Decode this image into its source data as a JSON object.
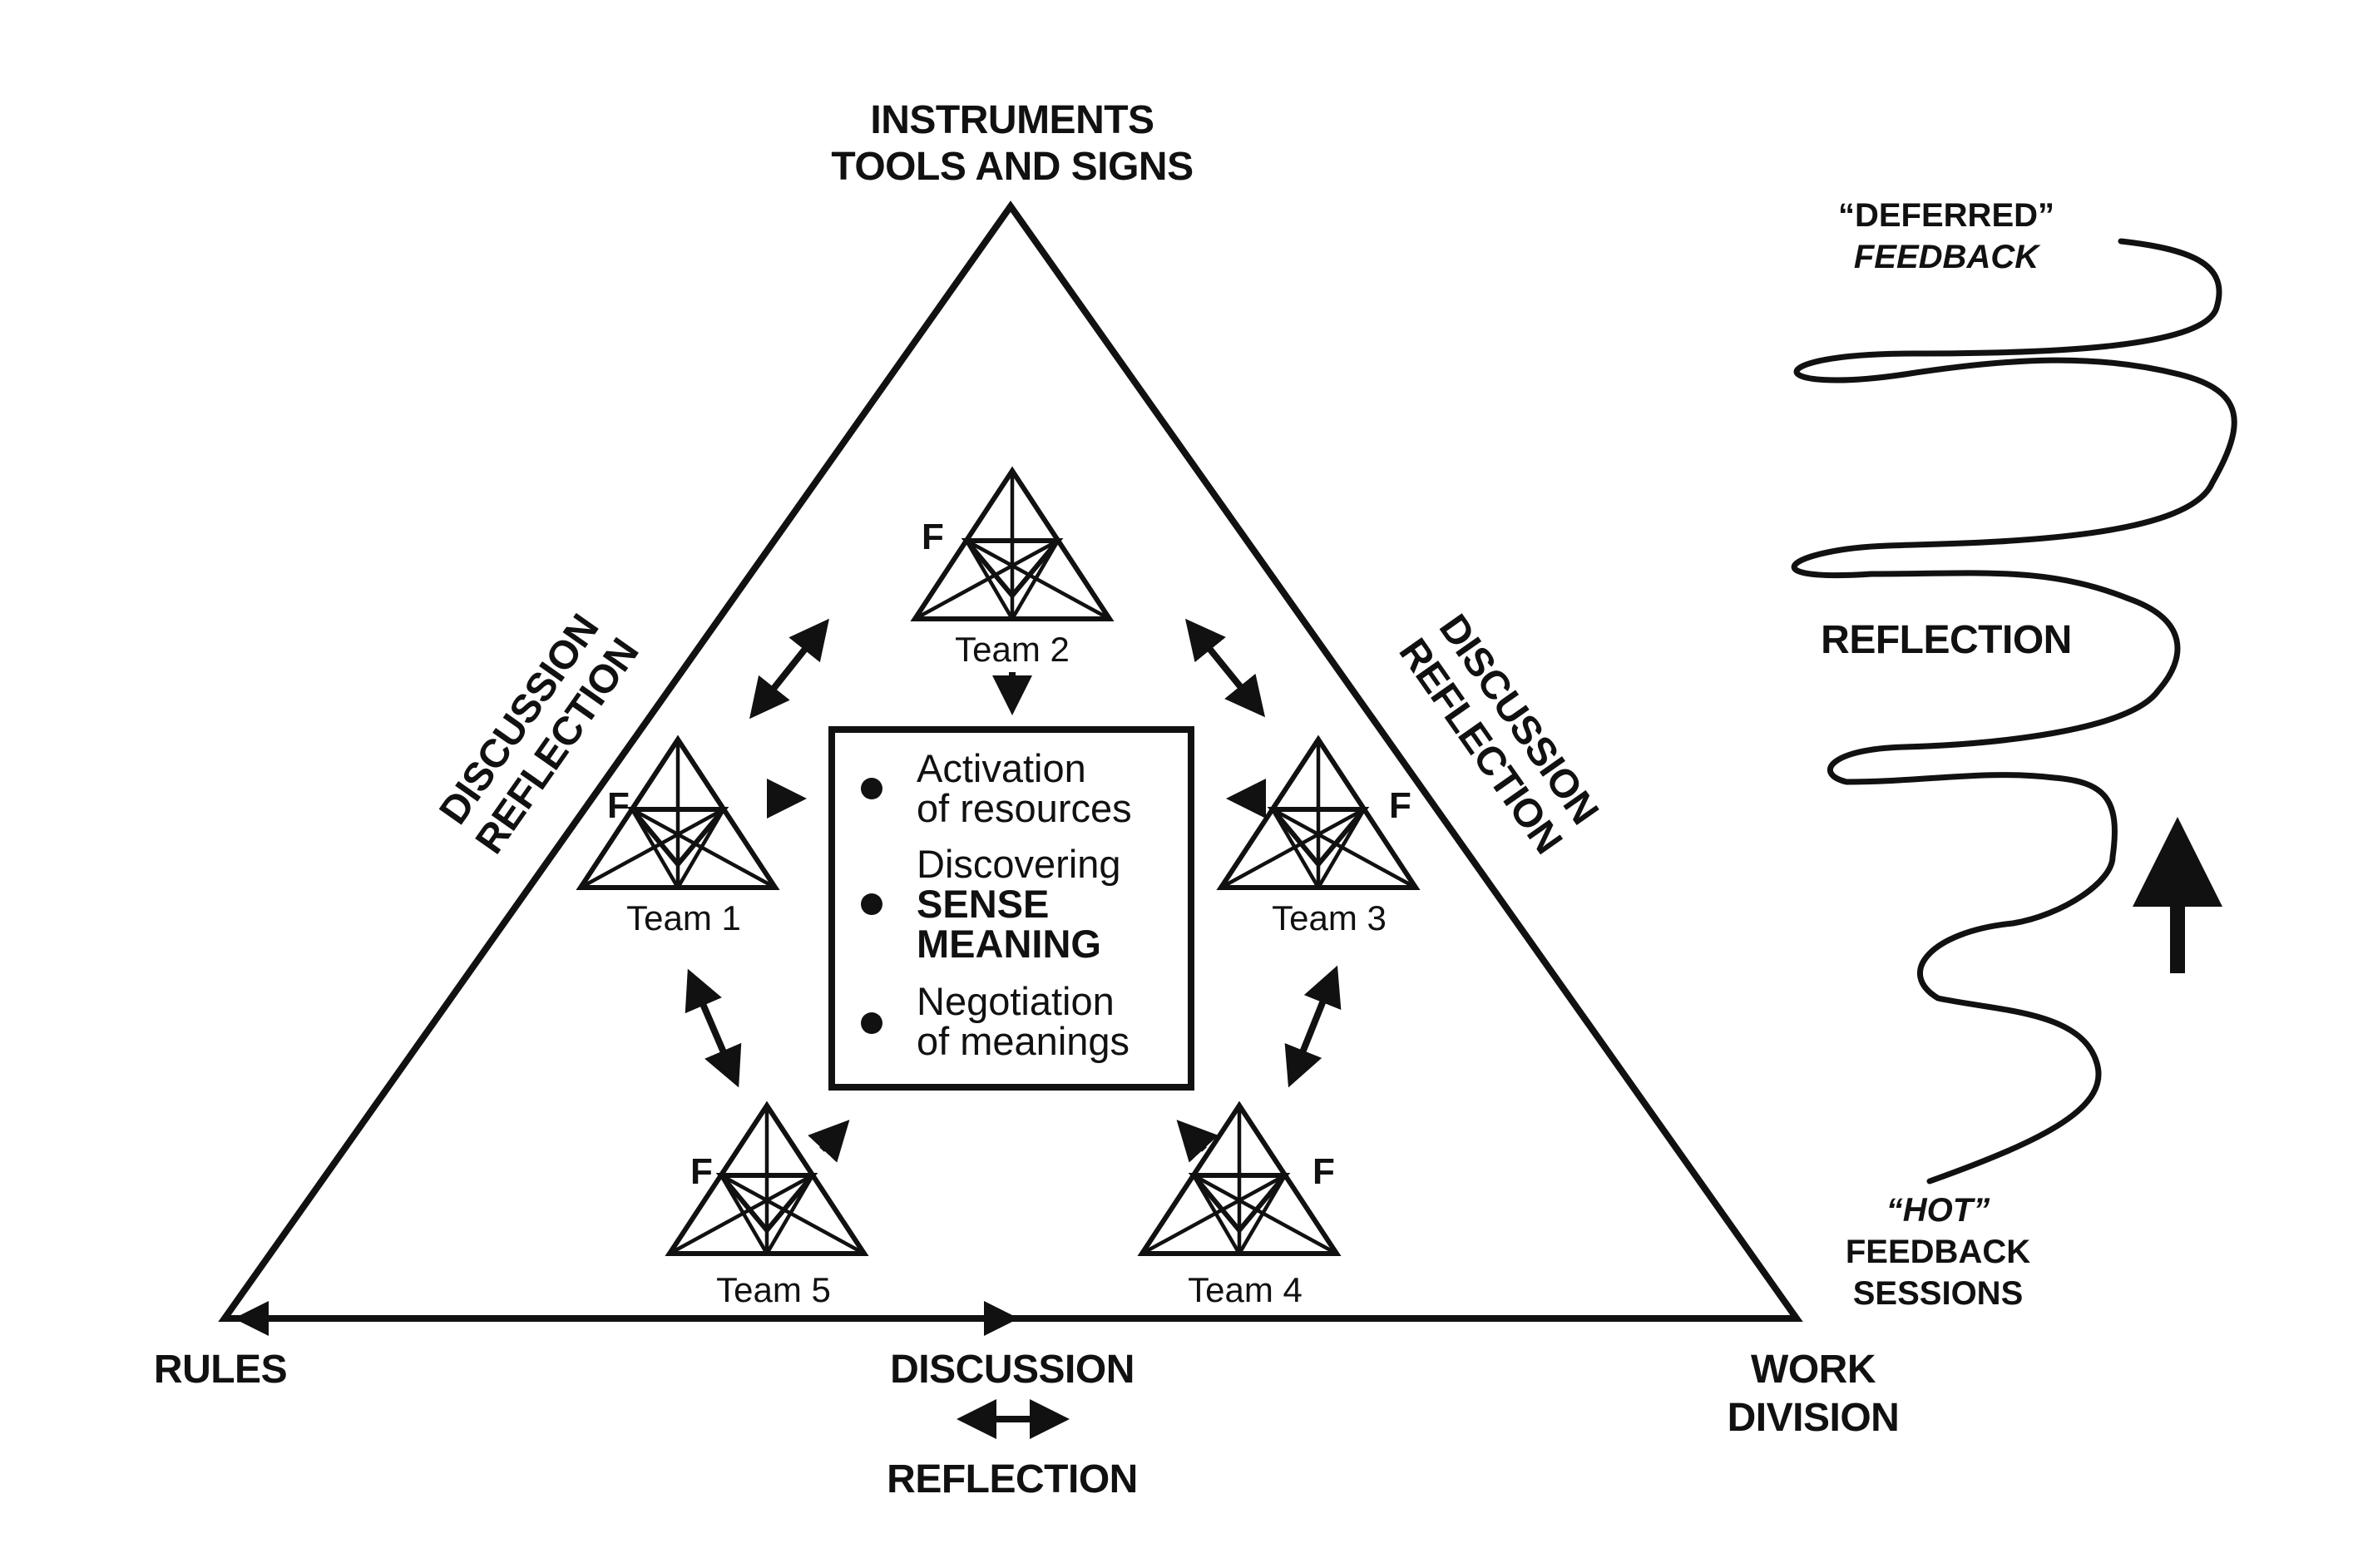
{
  "corners": {
    "top": [
      "INSTRUMENTS",
      "TOOLS AND SIGNS"
    ],
    "left": "RULES",
    "right": [
      "WORK",
      "DIVISION"
    ]
  },
  "edges": {
    "left": [
      "DISCUSSION",
      "REFLECTION"
    ],
    "right": [
      "DISCUSSION",
      "REFLECTION"
    ],
    "bottom": [
      "DISCUSSION",
      "REFLECTION"
    ]
  },
  "teams": [
    {
      "id": "team1",
      "label": "Team 1",
      "marker": "F"
    },
    {
      "id": "team2",
      "label": "Team 2",
      "marker": "F"
    },
    {
      "id": "team3",
      "label": "Team 3",
      "marker": "F"
    },
    {
      "id": "team4",
      "label": "Team 4",
      "marker": "F"
    },
    {
      "id": "team5",
      "label": "Team 5",
      "marker": "F"
    }
  ],
  "center_box": {
    "items": [
      {
        "lines": [
          "Activation",
          "of resources"
        ]
      },
      {
        "lines": [
          "Discovering",
          "SENSE",
          "MEANING"
        ]
      },
      {
        "lines": [
          "Negotiation",
          "of meanings"
        ]
      }
    ]
  },
  "spiral": {
    "top_label": [
      "“DEFERRED”",
      "FEEDBACK"
    ],
    "middle_label": "REFLECTION",
    "bottom_label": [
      "“HOT”",
      "FEEDBACK",
      "SESSIONS"
    ]
  }
}
